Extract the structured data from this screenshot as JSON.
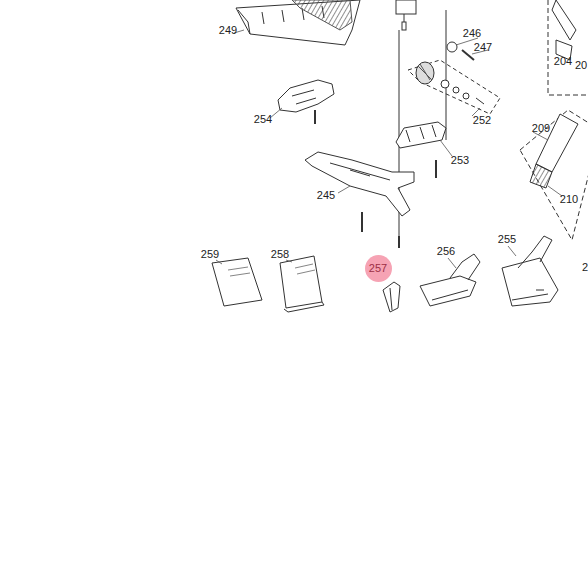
{
  "diagram": {
    "nodes": [
      {
        "text": [
          "257"
        ]
      }
    ],
    "labels": [
      "249",
      "246",
      "247",
      "204",
      "20",
      "254",
      "252",
      "253",
      "209",
      "245",
      "210",
      "259",
      "258",
      "256",
      "255",
      "2"
    ]
  }
}
